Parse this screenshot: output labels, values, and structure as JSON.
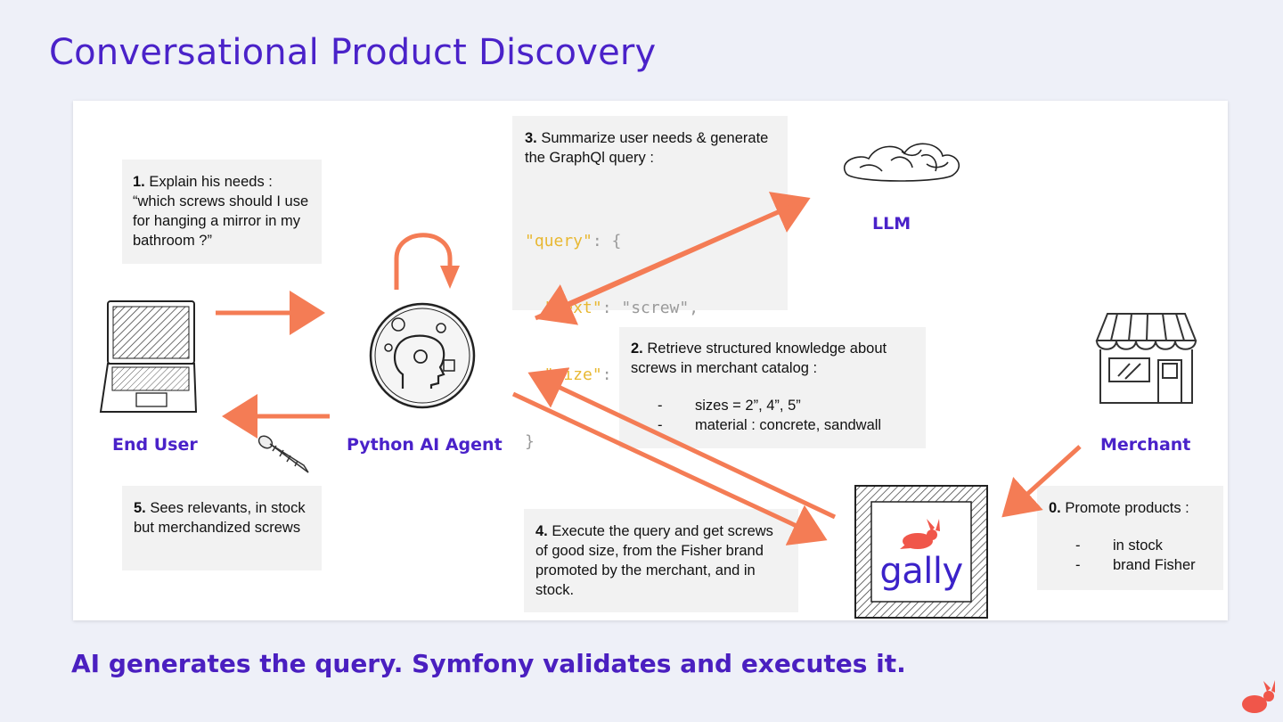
{
  "title": "Conversational Product Discovery",
  "footer": "AI generates the query. Symfony validates and executes it.",
  "actors": {
    "end_user": "End User",
    "agent": "Python AI Agent",
    "llm": "LLM",
    "merchant": "Merchant",
    "gally_logo": "gally"
  },
  "notes": {
    "step1": {
      "num": "1.",
      "text": "Explain his needs : “which screws should I use for hanging a mirror in my bathroom ?”"
    },
    "step3": {
      "num": "3.",
      "text": "Summarize user needs & generate the GraphQl query :",
      "code": [
        {
          "key": "\"query\"",
          "rest": ": {"
        },
        {
          "key": "  \"text\"",
          "rest": ": \"screw\","
        },
        {
          "key": "  \"size\"",
          "rest": ": \"2\""
        },
        {
          "key": "",
          "rest": "}"
        }
      ]
    },
    "step2": {
      "num": "2.",
      "text": "Retrieve structured knowledge about screws in merchant catalog :",
      "items": [
        "sizes = 2”, 4”, 5”",
        "material : concrete, sandwall"
      ]
    },
    "step4": {
      "num": "4.",
      "text": "Execute the query and get screws of good size, from the Fisher brand promoted by the merchant, and in stock."
    },
    "step5": {
      "num": "5.",
      "text": "Sees relevants, in stock but merchandized screws"
    },
    "step0": {
      "num": "0.",
      "text": "Promote products :",
      "items": [
        "in stock",
        "brand Fisher"
      ]
    }
  },
  "colors": {
    "accent": "#4a22c9",
    "arrow": "#f47c55",
    "note_bg": "#f2f2f2"
  },
  "icons": [
    "laptop-icon",
    "ai-brain-icon",
    "cloud-icon",
    "shop-icon",
    "screw-icon",
    "rabbit-icon"
  ]
}
